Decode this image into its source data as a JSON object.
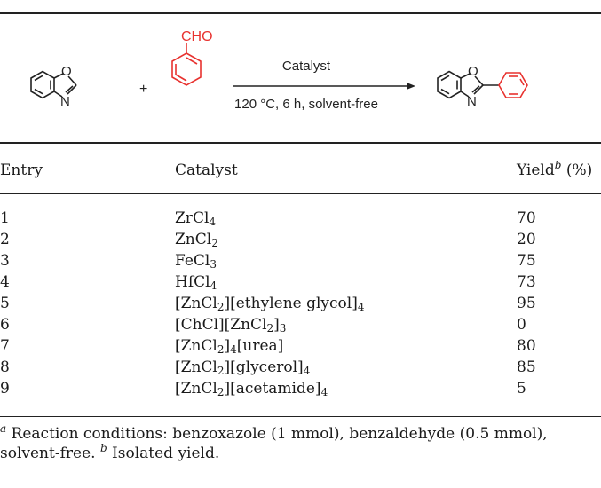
{
  "scheme": {
    "aldehyde_label": "CHO",
    "plus": "+",
    "reagent_above": "Catalyst",
    "conditions_below": "120 °C, 6 h, solvent-free",
    "atom_O": "O",
    "atom_N": "N",
    "colors": {
      "reactant": "#222222",
      "highlight": "#e8322f"
    }
  },
  "table": {
    "headers": {
      "entry": "Entry",
      "catalyst": "Catalyst",
      "yield": "Yield",
      "yield_mark": "b",
      "yield_unit": " (%)"
    },
    "rows": [
      {
        "entry": "1",
        "catalyst": [
          {
            "t": "ZrCl"
          },
          {
            "sub": "4"
          }
        ],
        "yield": "70"
      },
      {
        "entry": "2",
        "catalyst": [
          {
            "t": "ZnCl"
          },
          {
            "sub": "2"
          }
        ],
        "yield": "20"
      },
      {
        "entry": "3",
        "catalyst": [
          {
            "t": "FeCl"
          },
          {
            "sub": "3"
          }
        ],
        "yield": "75"
      },
      {
        "entry": "4",
        "catalyst": [
          {
            "t": "HfCl"
          },
          {
            "sub": "4"
          }
        ],
        "yield": "73"
      },
      {
        "entry": "5",
        "catalyst": [
          {
            "t": "[ZnCl"
          },
          {
            "sub": "2"
          },
          {
            "t": "][ethylene glycol]"
          },
          {
            "sub": "4"
          }
        ],
        "yield": "95"
      },
      {
        "entry": "6",
        "catalyst": [
          {
            "t": "[ChCl][ZnCl"
          },
          {
            "sub": "2"
          },
          {
            "t": "]"
          },
          {
            "sub": "3"
          }
        ],
        "yield": "0"
      },
      {
        "entry": "7",
        "catalyst": [
          {
            "t": "[ZnCl"
          },
          {
            "sub": "2"
          },
          {
            "t": "]"
          },
          {
            "sub": "4"
          },
          {
            "t": "[urea]"
          }
        ],
        "yield": "80"
      },
      {
        "entry": "8",
        "catalyst": [
          {
            "t": "[ZnCl"
          },
          {
            "sub": "2"
          },
          {
            "t": "][glycerol]"
          },
          {
            "sub": "4"
          }
        ],
        "yield": "85"
      },
      {
        "entry": "9",
        "catalyst": [
          {
            "t": "[ZnCl"
          },
          {
            "sub": "2"
          },
          {
            "t": "][acetamide]"
          },
          {
            "sub": "4"
          }
        ],
        "yield": "5"
      }
    ]
  },
  "footnote": {
    "mark_a": "a",
    "text_a": " Reaction conditions: benzoxazole (1 mmol), benzaldehyde (0.5 mmol), solvent-free. ",
    "mark_b": "b",
    "text_b": " Isolated yield."
  }
}
